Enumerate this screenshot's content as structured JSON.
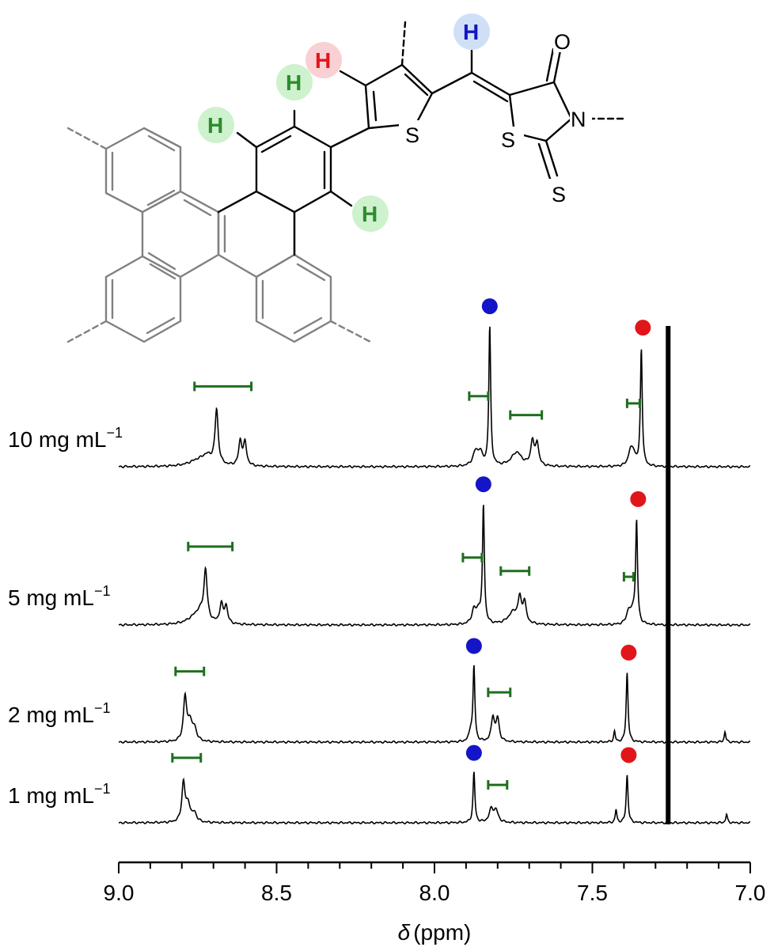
{
  "molecule": {
    "atoms": {
      "sulfur": "S",
      "nitrogen": "N",
      "oxygen": "O",
      "hydrogen": "H"
    },
    "highlight_colors": {
      "aromatic": "#2e8b2e",
      "thiophene": "#e0161b",
      "vinyl": "#1414c8"
    },
    "highlight_fills": {
      "aromatic": "#cdf2cd",
      "thiophene": "#f9d0d3",
      "vinyl": "#cfe0f6"
    }
  },
  "chart_data": {
    "type": "line",
    "chart_kind": "stacked 1H NMR spectra",
    "xlabel_symbol": "δ",
    "xlabel_unit": "(ppm)",
    "xlim": [
      9.0,
      7.0
    ],
    "x_reversed": true,
    "x_ticks": [
      9.0,
      8.5,
      8.0,
      7.5,
      7.0
    ],
    "x_tick_labels": [
      "9.0",
      "8.5",
      "8.0",
      "7.5",
      "7.0"
    ],
    "solvent_peak_ppm": 7.26,
    "marker_colors": {
      "vinyl": "#1414c8",
      "thiophene": "#e0161b",
      "aromatic": "#1e6e1e"
    },
    "series": [
      {
        "name_value": "10",
        "name_unit": "mg mL",
        "name_exp": "−1",
        "peaks": [
          {
            "ppm": 8.75,
            "height": 0.06,
            "width": 0.035
          },
          {
            "ppm": 8.72,
            "height": 0.1,
            "width": 0.02
          },
          {
            "ppm": 8.69,
            "height": 0.62,
            "width": 0.006
          },
          {
            "ppm": 8.615,
            "height": 0.28,
            "width": 0.006
          },
          {
            "ppm": 8.6,
            "height": 0.26,
            "width": 0.006
          },
          {
            "ppm": 7.87,
            "height": 0.16,
            "width": 0.01
          },
          {
            "ppm": 7.855,
            "height": 0.14,
            "width": 0.008
          },
          {
            "ppm": 7.825,
            "height": 1.6,
            "width": 0.0035
          },
          {
            "ppm": 7.74,
            "height": 0.16,
            "width": 0.02
          },
          {
            "ppm": 7.69,
            "height": 0.28,
            "width": 0.006
          },
          {
            "ppm": 7.675,
            "height": 0.26,
            "width": 0.006
          },
          {
            "ppm": 7.38,
            "height": 0.15,
            "width": 0.008
          },
          {
            "ppm": 7.37,
            "height": 0.14,
            "width": 0.008
          },
          {
            "ppm": 7.345,
            "height": 1.35,
            "width": 0.0035
          }
        ],
        "vinyl_marker_ppm": 7.825,
        "thiophene_marker_ppm": 7.345,
        "aromatic_ranges": [
          [
            8.76,
            8.58
          ],
          [
            7.89,
            7.83
          ],
          [
            7.76,
            7.66
          ],
          [
            7.39,
            7.35
          ]
        ]
      },
      {
        "name_value": "5",
        "name_unit": "mg mL",
        "name_exp": "−1",
        "peaks": [
          {
            "ppm": 8.76,
            "height": 0.06,
            "width": 0.03
          },
          {
            "ppm": 8.74,
            "height": 0.12,
            "width": 0.02
          },
          {
            "ppm": 8.725,
            "height": 0.55,
            "width": 0.006
          },
          {
            "ppm": 8.675,
            "height": 0.22,
            "width": 0.006
          },
          {
            "ppm": 8.66,
            "height": 0.2,
            "width": 0.006
          },
          {
            "ppm": 7.875,
            "height": 0.16,
            "width": 0.008
          },
          {
            "ppm": 7.86,
            "height": 0.14,
            "width": 0.008
          },
          {
            "ppm": 7.845,
            "height": 1.35,
            "width": 0.0035
          },
          {
            "ppm": 7.75,
            "height": 0.14,
            "width": 0.02
          },
          {
            "ppm": 7.73,
            "height": 0.26,
            "width": 0.006
          },
          {
            "ppm": 7.715,
            "height": 0.24,
            "width": 0.006
          },
          {
            "ppm": 7.385,
            "height": 0.15,
            "width": 0.008
          },
          {
            "ppm": 7.37,
            "height": 0.14,
            "width": 0.008
          },
          {
            "ppm": 7.36,
            "height": 1.15,
            "width": 0.0035
          }
        ],
        "vinyl_marker_ppm": 7.845,
        "thiophene_marker_ppm": 7.36,
        "aromatic_ranges": [
          [
            8.78,
            8.64
          ],
          [
            7.91,
            7.85
          ],
          [
            7.79,
            7.7
          ],
          [
            7.4,
            7.37
          ]
        ]
      },
      {
        "name_value": "2",
        "name_unit": "mg mL",
        "name_exp": "−1",
        "peaks": [
          {
            "ppm": 8.79,
            "height": 0.5,
            "width": 0.006
          },
          {
            "ppm": 8.775,
            "height": 0.22,
            "width": 0.008
          },
          {
            "ppm": 8.76,
            "height": 0.14,
            "width": 0.008
          },
          {
            "ppm": 7.885,
            "height": 0.12,
            "width": 0.006
          },
          {
            "ppm": 7.875,
            "height": 0.85,
            "width": 0.0035
          },
          {
            "ppm": 7.815,
            "height": 0.28,
            "width": 0.006
          },
          {
            "ppm": 7.8,
            "height": 0.26,
            "width": 0.006
          },
          {
            "ppm": 7.39,
            "height": 0.8,
            "width": 0.0035
          },
          {
            "ppm": 7.43,
            "height": 0.12,
            "width": 0.003
          },
          {
            "ppm": 7.08,
            "height": 0.12,
            "width": 0.003
          }
        ],
        "vinyl_marker_ppm": 7.875,
        "thiophene_marker_ppm": 7.39,
        "aromatic_ranges": [
          [
            8.82,
            8.73
          ],
          [
            7.83,
            7.76
          ]
        ]
      },
      {
        "name_value": "1",
        "name_unit": "mg mL",
        "name_exp": "−1",
        "peaks": [
          {
            "ppm": 8.795,
            "height": 0.45,
            "width": 0.006
          },
          {
            "ppm": 8.78,
            "height": 0.2,
            "width": 0.008
          },
          {
            "ppm": 8.76,
            "height": 0.1,
            "width": 0.008
          },
          {
            "ppm": 7.875,
            "height": 0.58,
            "width": 0.0035
          },
          {
            "ppm": 7.82,
            "height": 0.15,
            "width": 0.008
          },
          {
            "ppm": 7.805,
            "height": 0.13,
            "width": 0.008
          },
          {
            "ppm": 7.39,
            "height": 0.55,
            "width": 0.0035
          },
          {
            "ppm": 7.425,
            "height": 0.15,
            "width": 0.003
          },
          {
            "ppm": 7.075,
            "height": 0.1,
            "width": 0.003
          }
        ],
        "vinyl_marker_ppm": 7.875,
        "thiophene_marker_ppm": 7.39,
        "aromatic_ranges": [
          [
            8.83,
            8.74
          ],
          [
            7.83,
            7.77
          ]
        ]
      }
    ]
  }
}
